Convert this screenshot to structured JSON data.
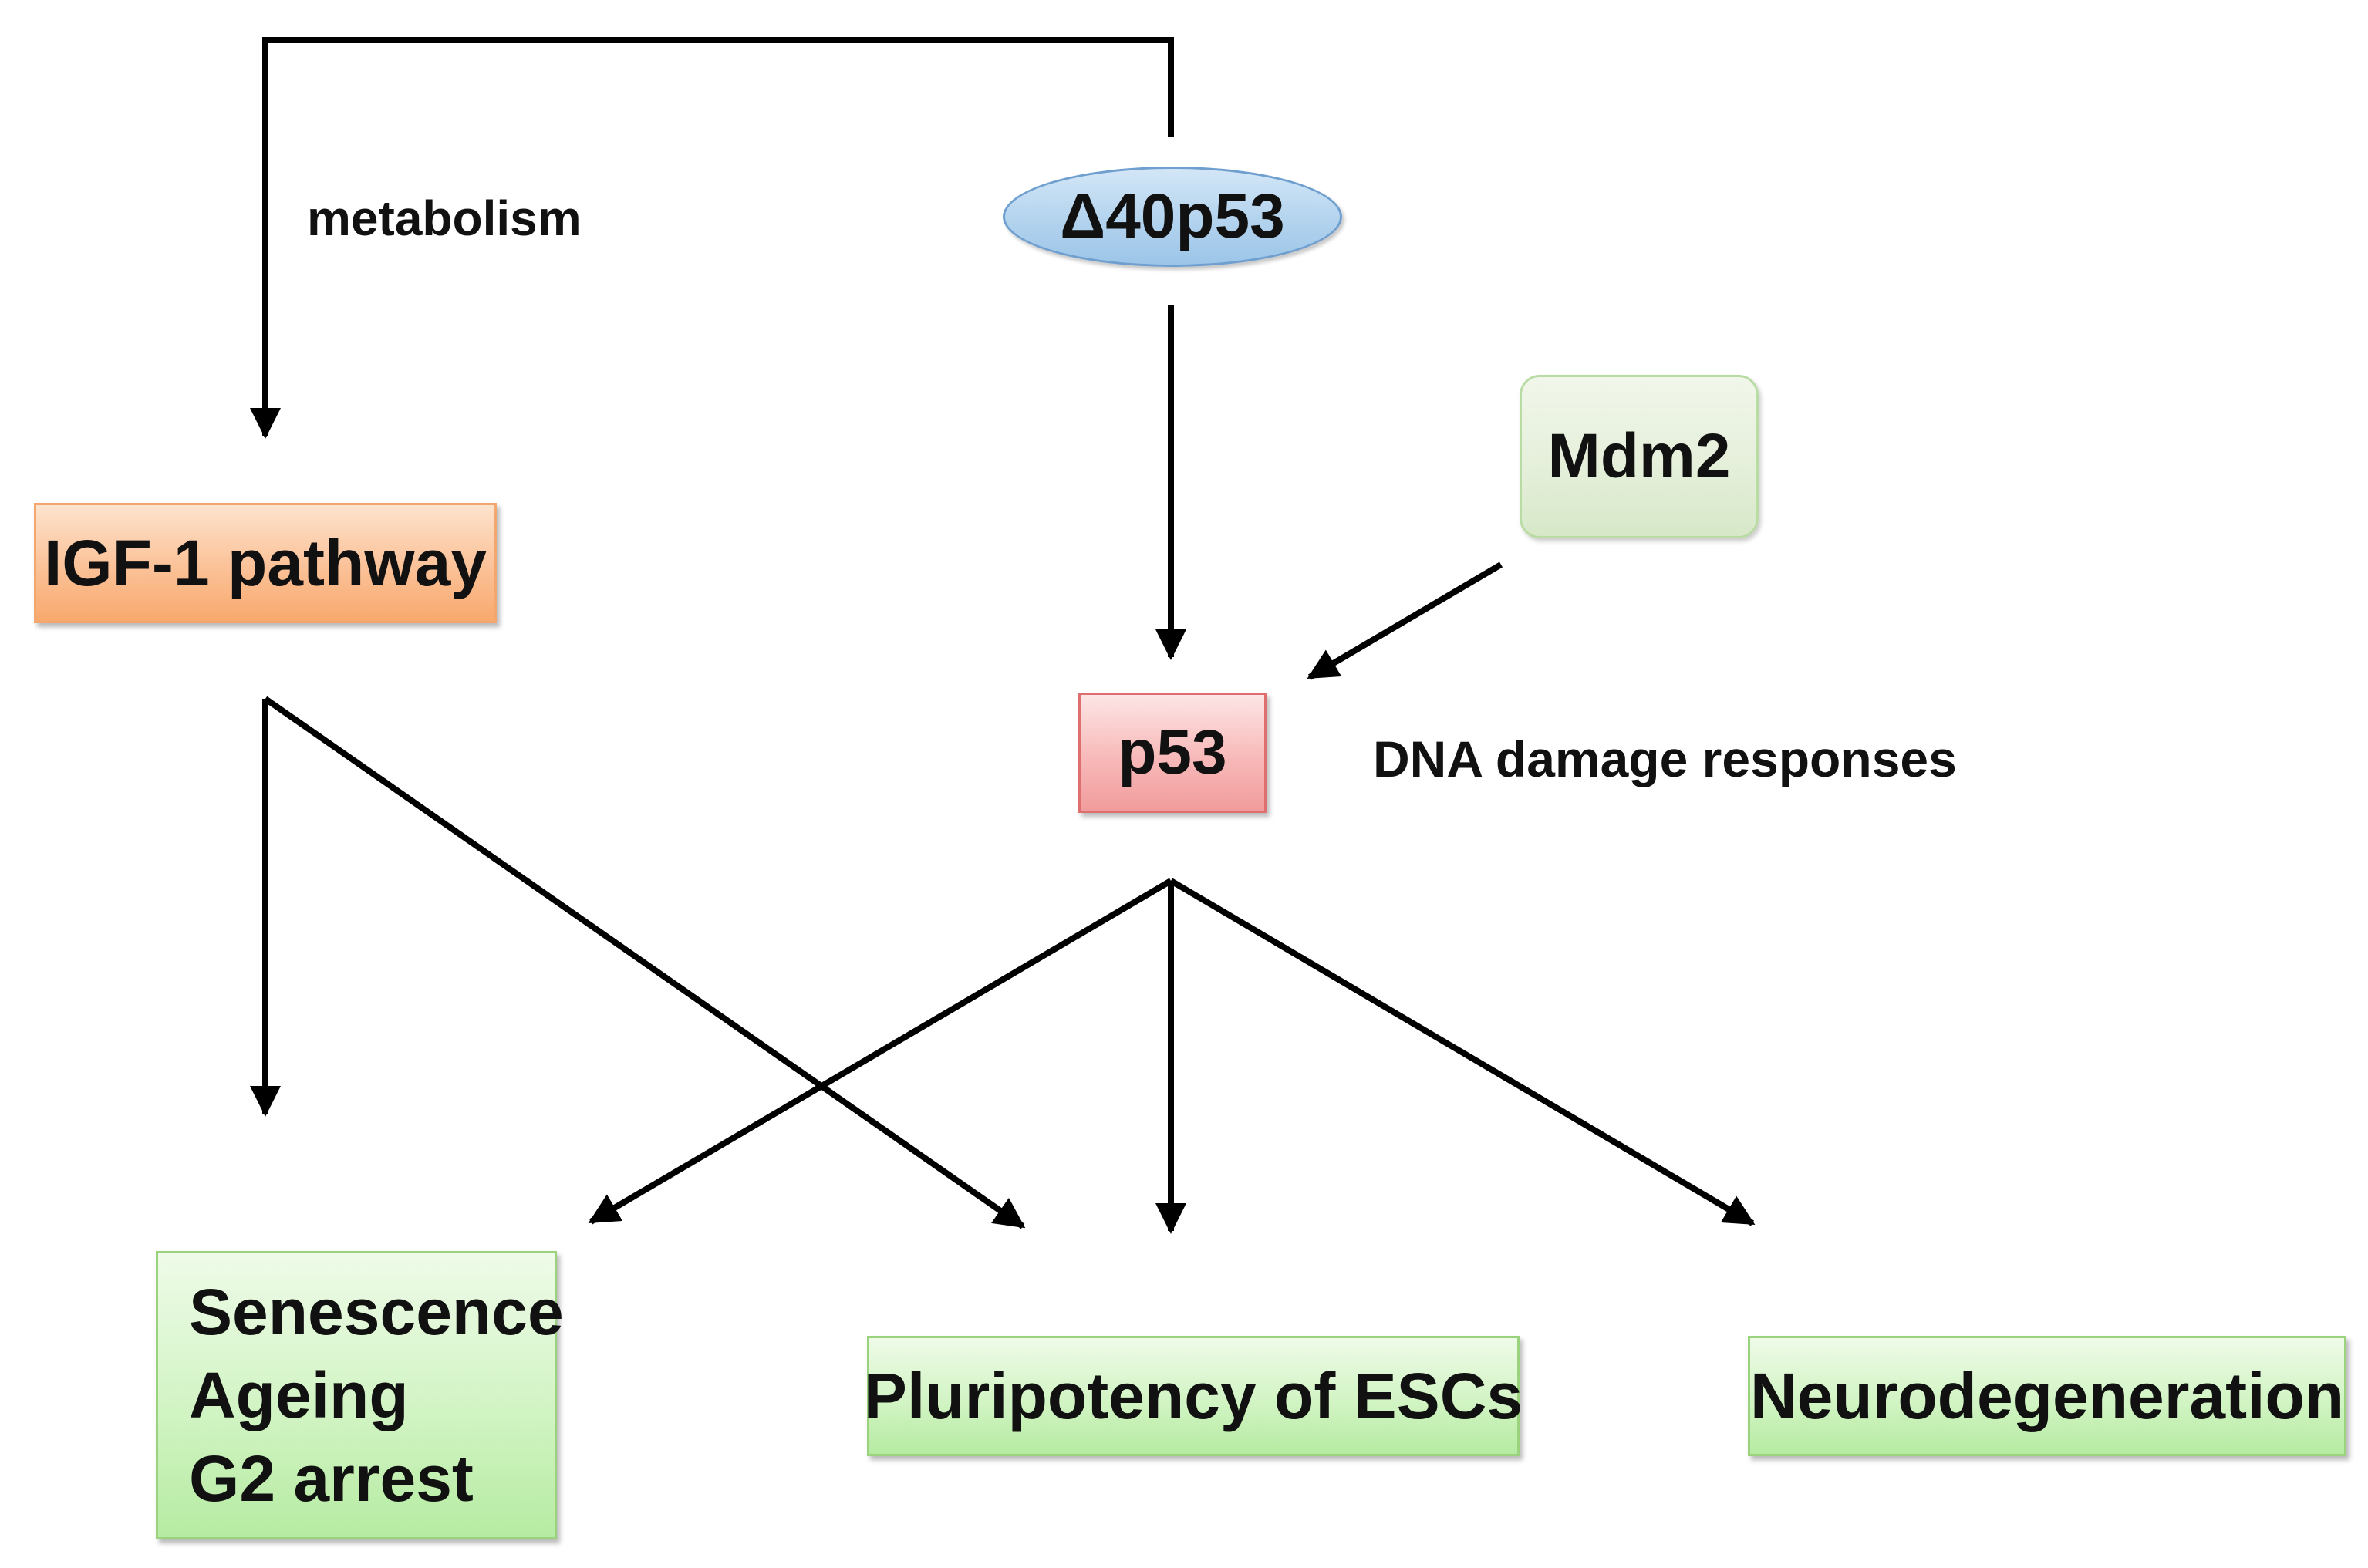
{
  "nodes": {
    "igf1": "IGF-1 pathway",
    "delta40p53": "Δ40p53",
    "mdm2": "Mdm2",
    "p53": "p53",
    "senescence_lines": [
      "Senescence",
      "Ageing",
      "G2 arrest"
    ],
    "pluripotency": "Pluripotency of ESCs",
    "neurodegeneration": "Neurodegeneration"
  },
  "labels": {
    "metabolism": "metabolism",
    "dna_damage": "DNA damage responses"
  },
  "colors": {
    "arrow": "#000000",
    "igf1_fill": "#fbc197",
    "delta40p53_fill": "#b3d3ee",
    "mdm2_fill": "#e4efd9",
    "p53_fill": "#f8b9b9",
    "outcome_fill": "#d2f4c4"
  },
  "edges": [
    {
      "from": "delta40p53",
      "to": "igf1",
      "label": "metabolism"
    },
    {
      "from": "delta40p53",
      "to": "p53"
    },
    {
      "from": "mdm2",
      "to": "p53"
    },
    {
      "from": "igf1",
      "to": "senescence"
    },
    {
      "from": "igf1",
      "to": "pluripotency"
    },
    {
      "from": "p53",
      "to": "senescence"
    },
    {
      "from": "p53",
      "to": "pluripotency"
    },
    {
      "from": "p53",
      "to": "neurodegeneration"
    }
  ]
}
